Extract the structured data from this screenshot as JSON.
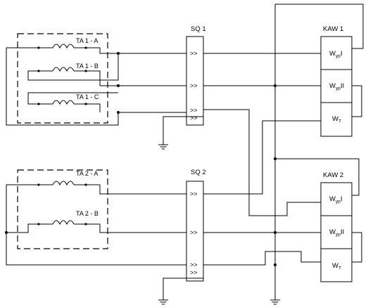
{
  "transformer_groups": [
    {
      "windings": [
        {
          "label": "TA 1 - A"
        },
        {
          "label": "TA 1 - B"
        },
        {
          "label": "TA 1 - C"
        }
      ]
    },
    {
      "windings": [
        {
          "label": "TA 2 - A"
        },
        {
          "label": "TA 2 - B"
        }
      ]
    }
  ],
  "terminal_blocks": [
    {
      "label": "SQ 1",
      "pin_glyph": ">>"
    },
    {
      "label": "SQ 2",
      "pin_glyph": ">>"
    }
  ],
  "relays": [
    {
      "label": "KAW 1",
      "cells": [
        {
          "base": "W",
          "sub": "yp",
          "suffix": "I"
        },
        {
          "base": "W",
          "sub": "yp",
          "suffix": "II"
        },
        {
          "base": "W",
          "sub": "T",
          "suffix": ""
        }
      ]
    },
    {
      "label": "KAW 2",
      "cells": [
        {
          "base": "W",
          "sub": "yp",
          "suffix": "I"
        },
        {
          "base": "W",
          "sub": "yp",
          "suffix": "II"
        },
        {
          "base": "W",
          "sub": "T",
          "suffix": ""
        }
      ]
    }
  ]
}
